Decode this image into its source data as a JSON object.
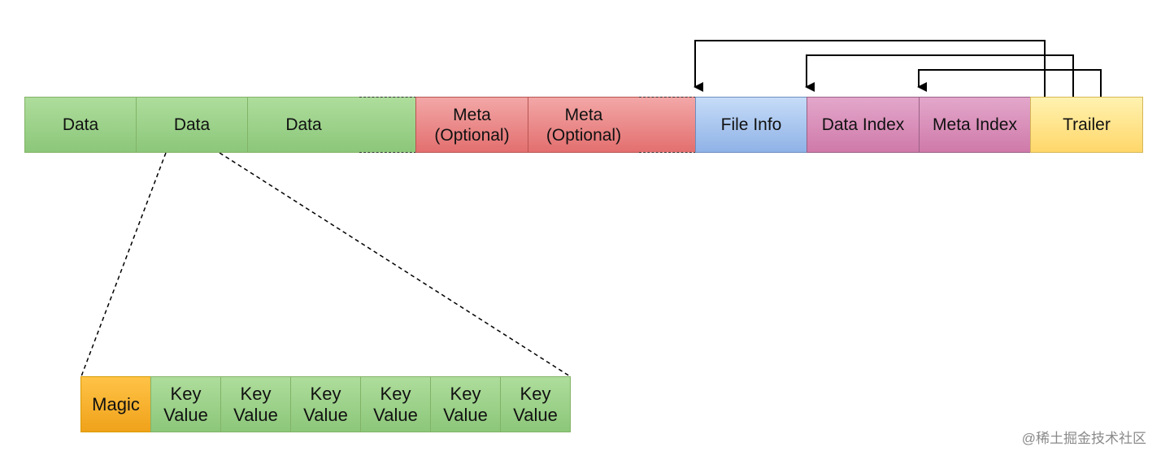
{
  "row_top": {
    "data_1": "Data",
    "data_2": "Data",
    "data_3": "Data",
    "meta_1": "Meta\n(Optional)",
    "meta_2": "Meta\n(Optional)",
    "file_info": "File Info",
    "data_index": "Data Index",
    "meta_index": "Meta Index",
    "trailer": "Trailer"
  },
  "row_detail": {
    "magic": "Magic",
    "kv_1": "Key\nValue",
    "kv_2": "Key\nValue",
    "kv_3": "Key\nValue",
    "kv_4": "Key\nValue",
    "kv_5": "Key\nValue",
    "kv_6": "Key\nValue"
  },
  "watermark": "@稀土掘金技术社区",
  "colors": {
    "data_green": "#8cc77a",
    "meta_red": "#e36f6f",
    "file_info_blue": "#8fb2e6",
    "index_purple": "#cf7aa9",
    "trailer_yellow": "#ffd76a",
    "magic_orange": "#f0a21a"
  }
}
